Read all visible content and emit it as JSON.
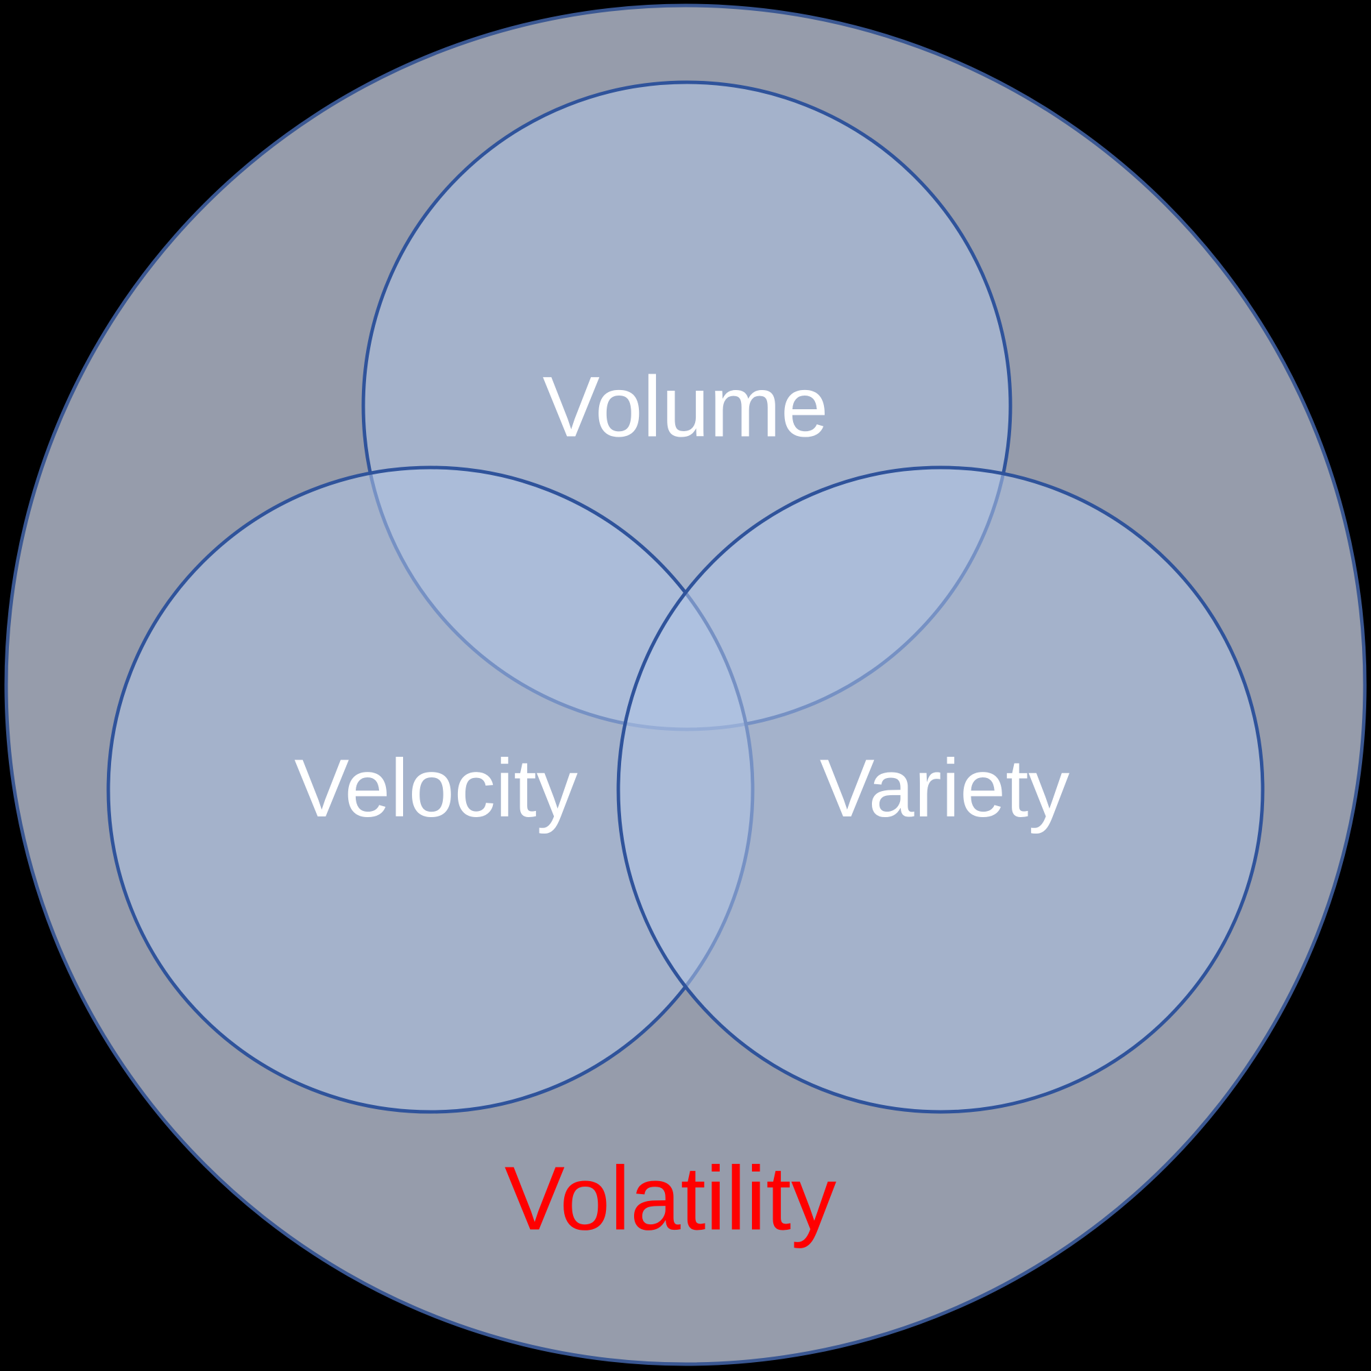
{
  "background_color": "#000000",
  "venn": {
    "outer_circle": {
      "label": "Volatility",
      "label_color": "#FF0000",
      "fill": "#969CAB",
      "border_color": "#3A5792"
    },
    "inner_circles": [
      {
        "label": "Volume"
      },
      {
        "label": "Velocity"
      },
      {
        "label": "Variety"
      }
    ],
    "inner_label_color": "#FFFFFF",
    "inner_fill": "rgba(177, 196, 229, 0.55)",
    "inner_border_color": "#2F539B"
  }
}
